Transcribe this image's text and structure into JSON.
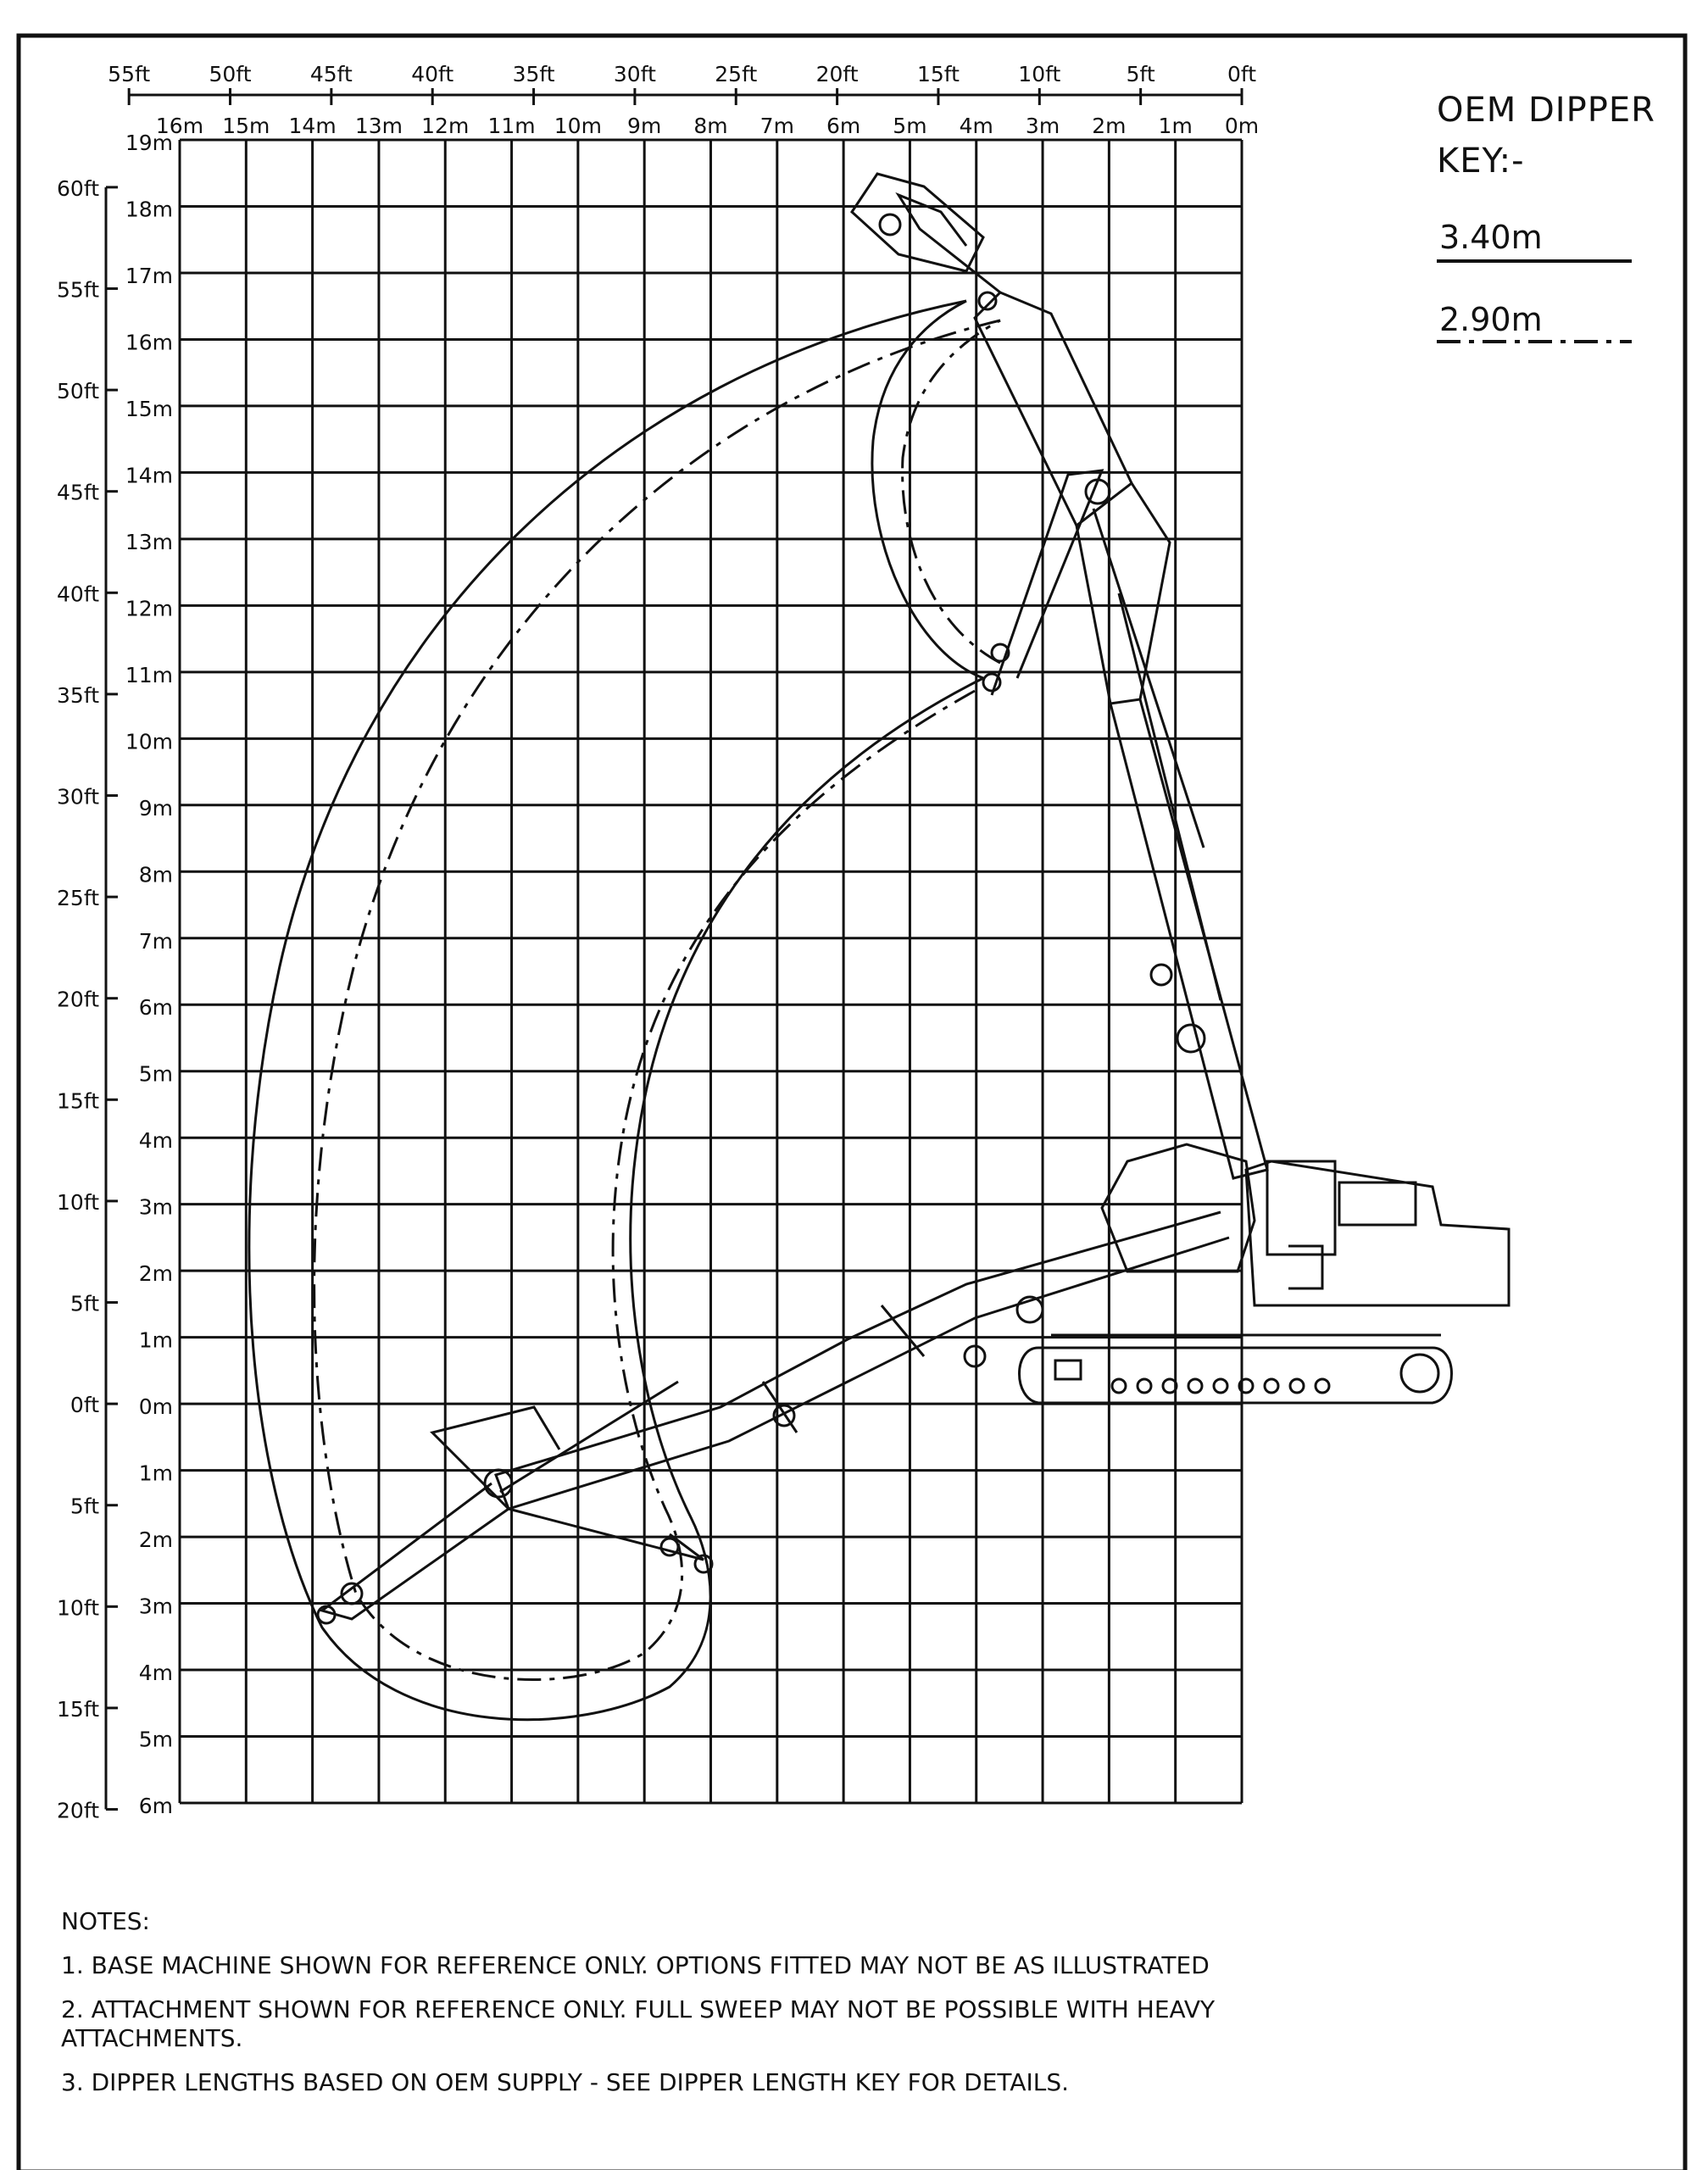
{
  "feet_top_labels": [
    "55ft",
    "50ft",
    "45ft",
    "40ft",
    "35ft",
    "30ft",
    "25ft",
    "20ft",
    "15ft",
    "10ft",
    "5ft",
    "0ft"
  ],
  "meter_top_labels": [
    "16m",
    "15m",
    "14m",
    "13m",
    "12m",
    "11m",
    "10m",
    "9m",
    "8m",
    "7m",
    "6m",
    "5m",
    "4m",
    "3m",
    "2m",
    "1m",
    "0m"
  ],
  "meter_left_labels": [
    "19m",
    "18m",
    "17m",
    "16m",
    "15m",
    "14m",
    "13m",
    "12m",
    "11m",
    "10m",
    "9m",
    "8m",
    "7m",
    "6m",
    "5m",
    "4m",
    "3m",
    "2m",
    "1m",
    "0m",
    "1m",
    "2m",
    "3m",
    "4m",
    "5m",
    "6m"
  ],
  "feet_left_labels": [
    "60ft",
    "55ft",
    "50ft",
    "45ft",
    "40ft",
    "35ft",
    "30ft",
    "25ft",
    "20ft",
    "15ft",
    "10ft",
    "5ft",
    "0ft",
    "5ft",
    "10ft",
    "15ft",
    "20ft"
  ],
  "key": {
    "title_line1": "OEM DIPPER",
    "title_line2": "KEY:-",
    "items": [
      {
        "label": "3.40m",
        "style": "solid"
      },
      {
        "label": "2.90m",
        "style": "dash-dot"
      }
    ]
  },
  "notes": {
    "heading": "NOTES:",
    "items": [
      "1. BASE MACHINE SHOWN FOR REFERENCE ONLY.  OPTIONS FITTED MAY NOT BE AS ILLUSTRATED",
      "2. ATTACHMENT SHOWN FOR REFERENCE ONLY. FULL SWEEP MAY NOT BE POSSIBLE WITH HEAVY ATTACHMENTS.",
      "3. DIPPER LENGTHS BASED ON OEM SUPPLY - SEE DIPPER LENGTH KEY FOR DETAILS."
    ]
  },
  "colors": {
    "ink": "#111111",
    "paper": "#ffffff"
  }
}
